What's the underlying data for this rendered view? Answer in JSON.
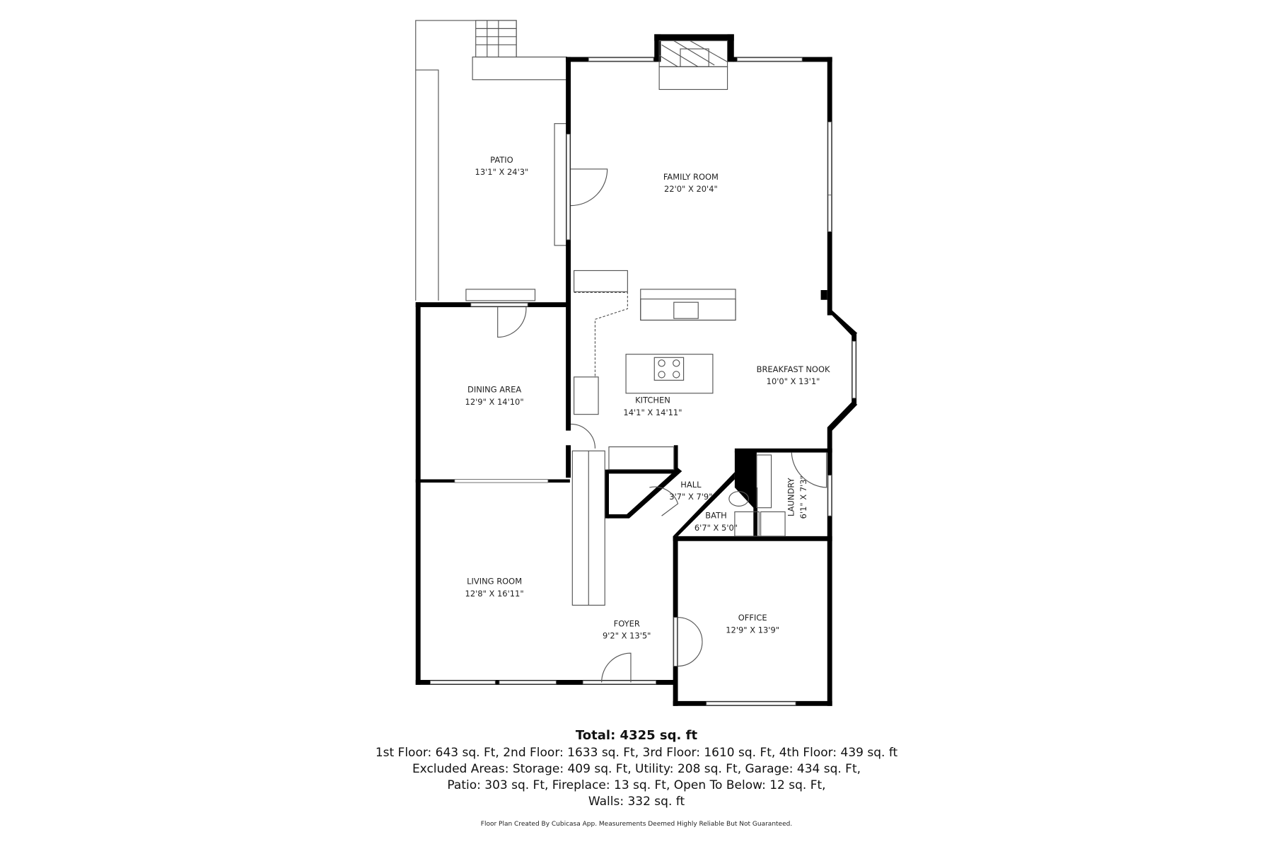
{
  "rooms": {
    "patio": {
      "name": "PATIO",
      "dims": "13'1\" X 24'3\""
    },
    "family_room": {
      "name": "FAMILY ROOM",
      "dims": "22'0\" X 20'4\""
    },
    "breakfast_nook": {
      "name": "BREAKFAST NOOK",
      "dims": "10'0\" X 13'1\""
    },
    "kitchen": {
      "name": "KITCHEN",
      "dims": "14'1\" X 14'11\""
    },
    "dining_area": {
      "name": "DINING AREA",
      "dims": "12'9\" X 14'10\""
    },
    "hall": {
      "name": "HALL",
      "dims": "3'7\" X 7'9\""
    },
    "bath": {
      "name": "BATH",
      "dims": "6'7\" X 5'0\""
    },
    "laundry": {
      "name": "LAUNDRY",
      "dims": "6'1\" X 7'3\""
    },
    "living_room": {
      "name": "LIVING ROOM",
      "dims": "12'8\" X 16'11\""
    },
    "foyer": {
      "name": "FOYER",
      "dims": "9'2\" X 13'5\""
    },
    "office": {
      "name": "OFFICE",
      "dims": "12'9\" X 13'9\""
    }
  },
  "summary": {
    "total": "Total: 4325 sq. ft",
    "lines": [
      "1st Floor: 643 sq. Ft, 2nd Floor: 1633 sq. Ft, 3rd Floor: 1610 sq. Ft, 4th Floor: 439 sq. ft",
      "Excluded Areas: Storage: 409 sq. Ft, Utility: 208 sq. Ft, Garage: 434 sq. Ft,",
      "Patio: 303 sq. Ft, Fireplace: 13 sq. Ft, Open To Below: 12 sq. Ft,",
      "Walls: 332 sq. ft"
    ],
    "disclaimer": "Floor Plan Created By Cubicasa App. Measurements Deemed Highly Reliable But Not Guaranteed."
  }
}
